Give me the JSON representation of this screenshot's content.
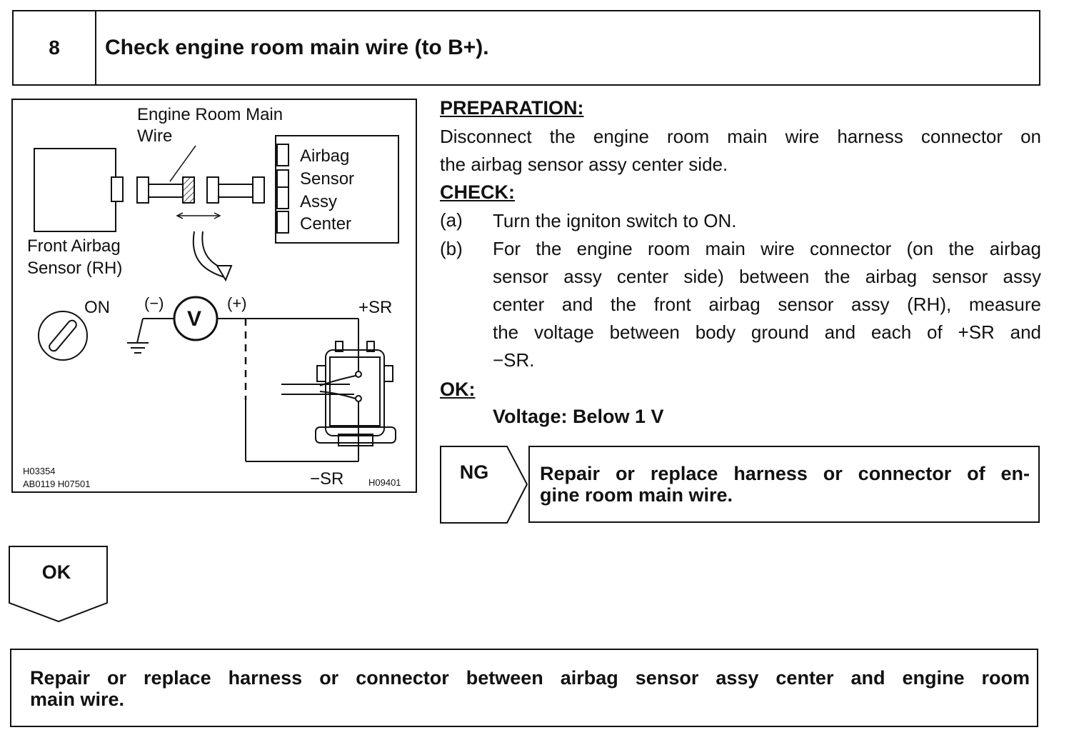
{
  "step": {
    "number": "8",
    "title": "Check engine room main wire (to B+)."
  },
  "figure": {
    "label_engine_wire_line1": "Engine Room Main",
    "label_engine_wire_line2": "Wire",
    "label_airbag_1": "Airbag",
    "label_airbag_2": "Sensor",
    "label_airbag_3": "Assy",
    "label_airbag_4": "Center",
    "label_front_sensor_1": "Front Airbag",
    "label_front_sensor_2": "Sensor (RH)",
    "label_on": "ON",
    "label_minus": "(−)",
    "label_plus": "(+)",
    "label_voltmeter": "V",
    "label_plus_sr": "+SR",
    "label_minus_sr": "−SR",
    "code_1": "H03354",
    "code_2": "AB0119  H07501",
    "code_3": "H09401"
  },
  "preparation": {
    "heading": "PREPARATION:",
    "line1": "Disconnect the engine room main wire harness connector on",
    "line2": "the airbag sensor assy center side."
  },
  "check": {
    "heading": "CHECK:",
    "items": [
      {
        "label": "(a)",
        "lines": [
          "Turn the igniton switch to ON."
        ]
      },
      {
        "label": "(b)",
        "lines": [
          "For the engine room main wire connector (on the airbag",
          "sensor assy center side) between the airbag sensor assy",
          "center and the front airbag sensor assy (RH), measure",
          "the voltage between body ground and each of +SR and",
          "−SR."
        ]
      }
    ]
  },
  "ok": {
    "heading": "OK:",
    "value": "Voltage: Below 1 V"
  },
  "ng_branch": {
    "tag": "NG",
    "line1": "Repair or replace harness or connector of en-",
    "line2": "gine room main wire."
  },
  "ok_branch": {
    "tag": "OK",
    "line1": "Repair or replace harness or connector between airbag sensor assy center and engine room",
    "line2": "main wire."
  }
}
